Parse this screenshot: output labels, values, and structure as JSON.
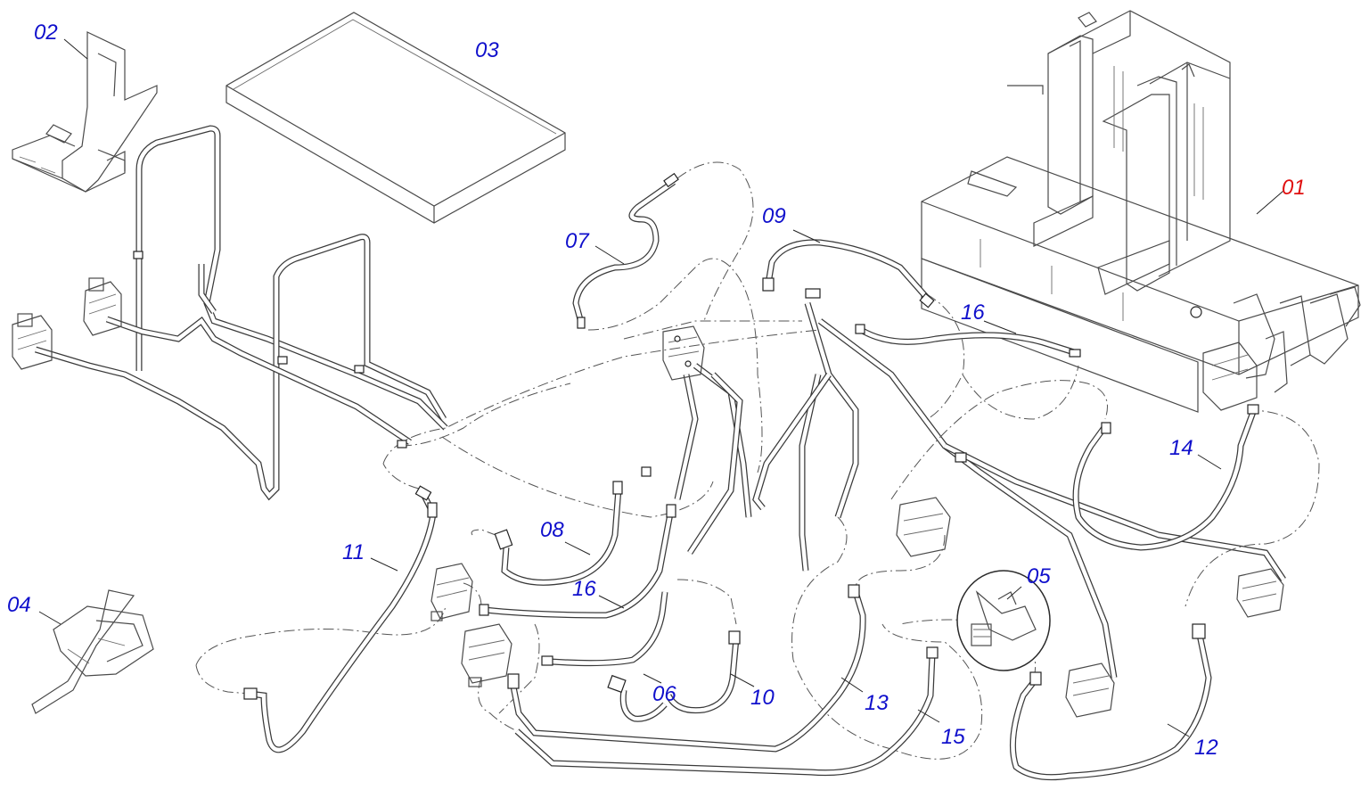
{
  "callouts": {
    "c01": "01",
    "c02": "02",
    "c03": "03",
    "c04": "04",
    "c05": "05",
    "c06": "06",
    "c07": "07",
    "c08": "08",
    "c09": "09",
    "c10": "10",
    "c11": "11",
    "c12": "12",
    "c13": "13",
    "c14": "14",
    "c15": "15",
    "c16a": "16",
    "c16b": "16"
  },
  "colors": {
    "callout_primary": "#1010cc",
    "callout_main_assembly": "#e01010",
    "line": "#3a3a3a"
  }
}
